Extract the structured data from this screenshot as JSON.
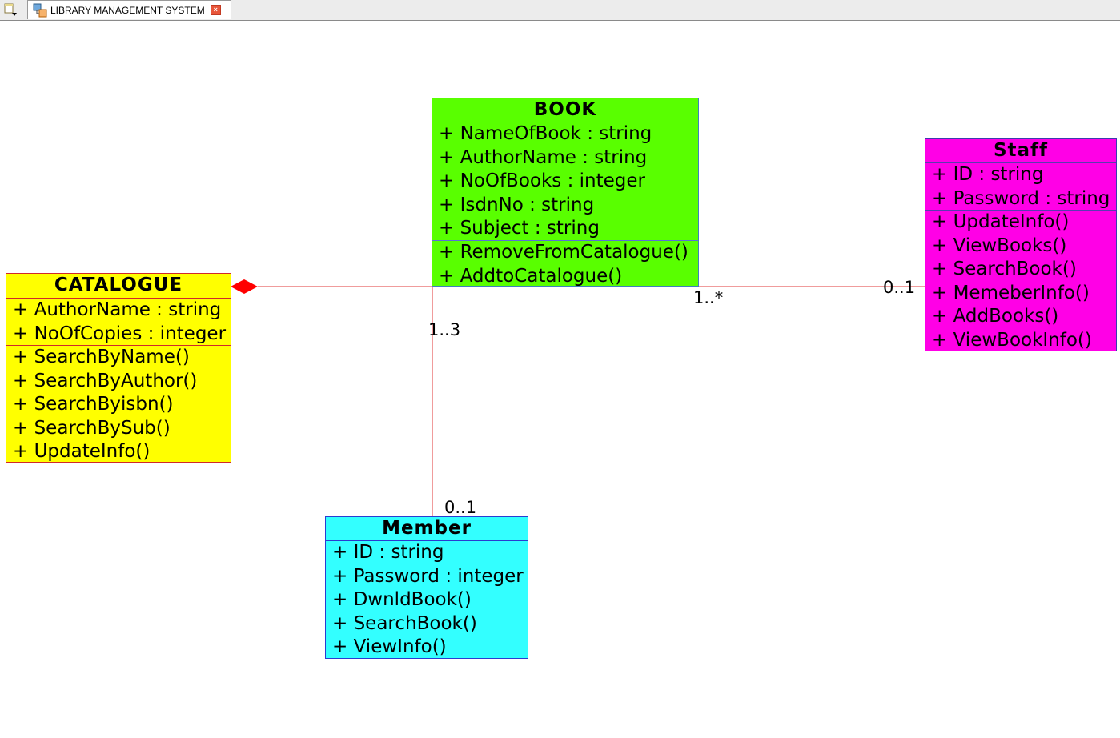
{
  "tab": {
    "title": "LIBRARY MANAGEMENT SYSTEM"
  },
  "colors": {
    "book": "#59ff00",
    "catalogue": "#ffff00",
    "staff": "#ff00e6",
    "member": "#33ffff",
    "link": "#e03a3a",
    "composition": "#ff0000"
  },
  "classes": {
    "book": {
      "name": "BOOK",
      "attributes": [
        "+ NameOfBook : string",
        "+ AuthorName : string",
        "+ NoOfBooks : integer",
        "+ IsdnNo : string",
        "+ Subject : string"
      ],
      "operations": [
        "+ RemoveFromCatalogue()",
        "+ AddtoCatalogue()"
      ]
    },
    "catalogue": {
      "name": "CATALOGUE",
      "attributes": [
        "+ AuthorName : string",
        "+ NoOfCopies : integer"
      ],
      "operations": [
        "+ SearchByName()",
        "+ SearchByAuthor()",
        "+ SearchByisbn()",
        "+ SearchBySub()",
        "+ UpdateInfo()"
      ]
    },
    "staff": {
      "name": "Staff",
      "attributes": [
        "+ ID : string",
        "+ Password : string"
      ],
      "operations": [
        "+ UpdateInfo()",
        "+ ViewBooks()",
        "+ SearchBook()",
        "+ MemeberInfo()",
        "+ AddBooks()",
        "+ ViewBookInfo()"
      ]
    },
    "member": {
      "name": "Member",
      "attributes": [
        "+ ID : string",
        "+ Password : integer"
      ],
      "operations": [
        "+ DwnldBook()",
        "+ SearchBook()",
        "+ ViewInfo()"
      ]
    }
  },
  "multiplicities": {
    "book_staff_near_book": "1..*",
    "book_staff_near_staff": "0..1",
    "link_member_top": "1..3",
    "link_member_bottom": "0..1"
  }
}
